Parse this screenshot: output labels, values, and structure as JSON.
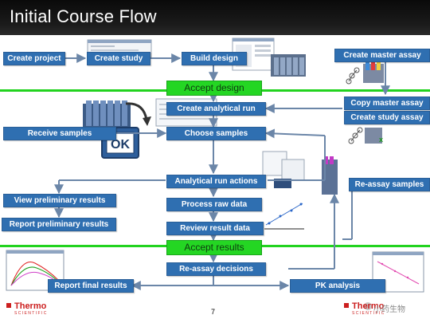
{
  "title": "Initial Course Flow",
  "boxes": {
    "create_project": "Create project",
    "create_study": "Create study",
    "build_design": "Build design",
    "create_master_assay": "Create master assay",
    "accept_design": "Accept design",
    "create_analytical_run": "Create analytical run",
    "copy_master_assay": "Copy master assay",
    "create_study_assay": "Create study assay",
    "receive_samples": "Receive  samples",
    "choose_samples": "Choose samples",
    "analytical_run_actions": "Analytical run actions",
    "re_assay_samples": "Re-assay samples",
    "view_preliminary_results": "View preliminary results",
    "process_raw_data": "Process raw data",
    "report_preliminary_results": "Report preliminary results",
    "review_result_data": "Review result data",
    "accept_results": "Accept results",
    "re_assay_decisions": "Re-assay decisions",
    "report_final_results": "Report final results",
    "pk_analysis": "PK analysis"
  },
  "ok_label": "OK",
  "footer": {
    "page_number": "7",
    "brand_name": "Thermo",
    "brand_sub": "SCIENTIFIC",
    "watermark": "小药生物"
  },
  "colors": {
    "box_fill": "#2f6fb1",
    "green_bar": "#22d31f",
    "arrow": "#6b86a8",
    "title_bar": "#111111",
    "brand_red": "#cc1f1f"
  },
  "icons": [
    "tube-rack-icon",
    "molecule-icon",
    "screenshot-thumbnail",
    "ok-stamp-icon",
    "curved-arrow-icon",
    "chart-thumbnail",
    "scatter-plot-thumbnail",
    "thermo-logo",
    "wechat-watermark-icon"
  ]
}
